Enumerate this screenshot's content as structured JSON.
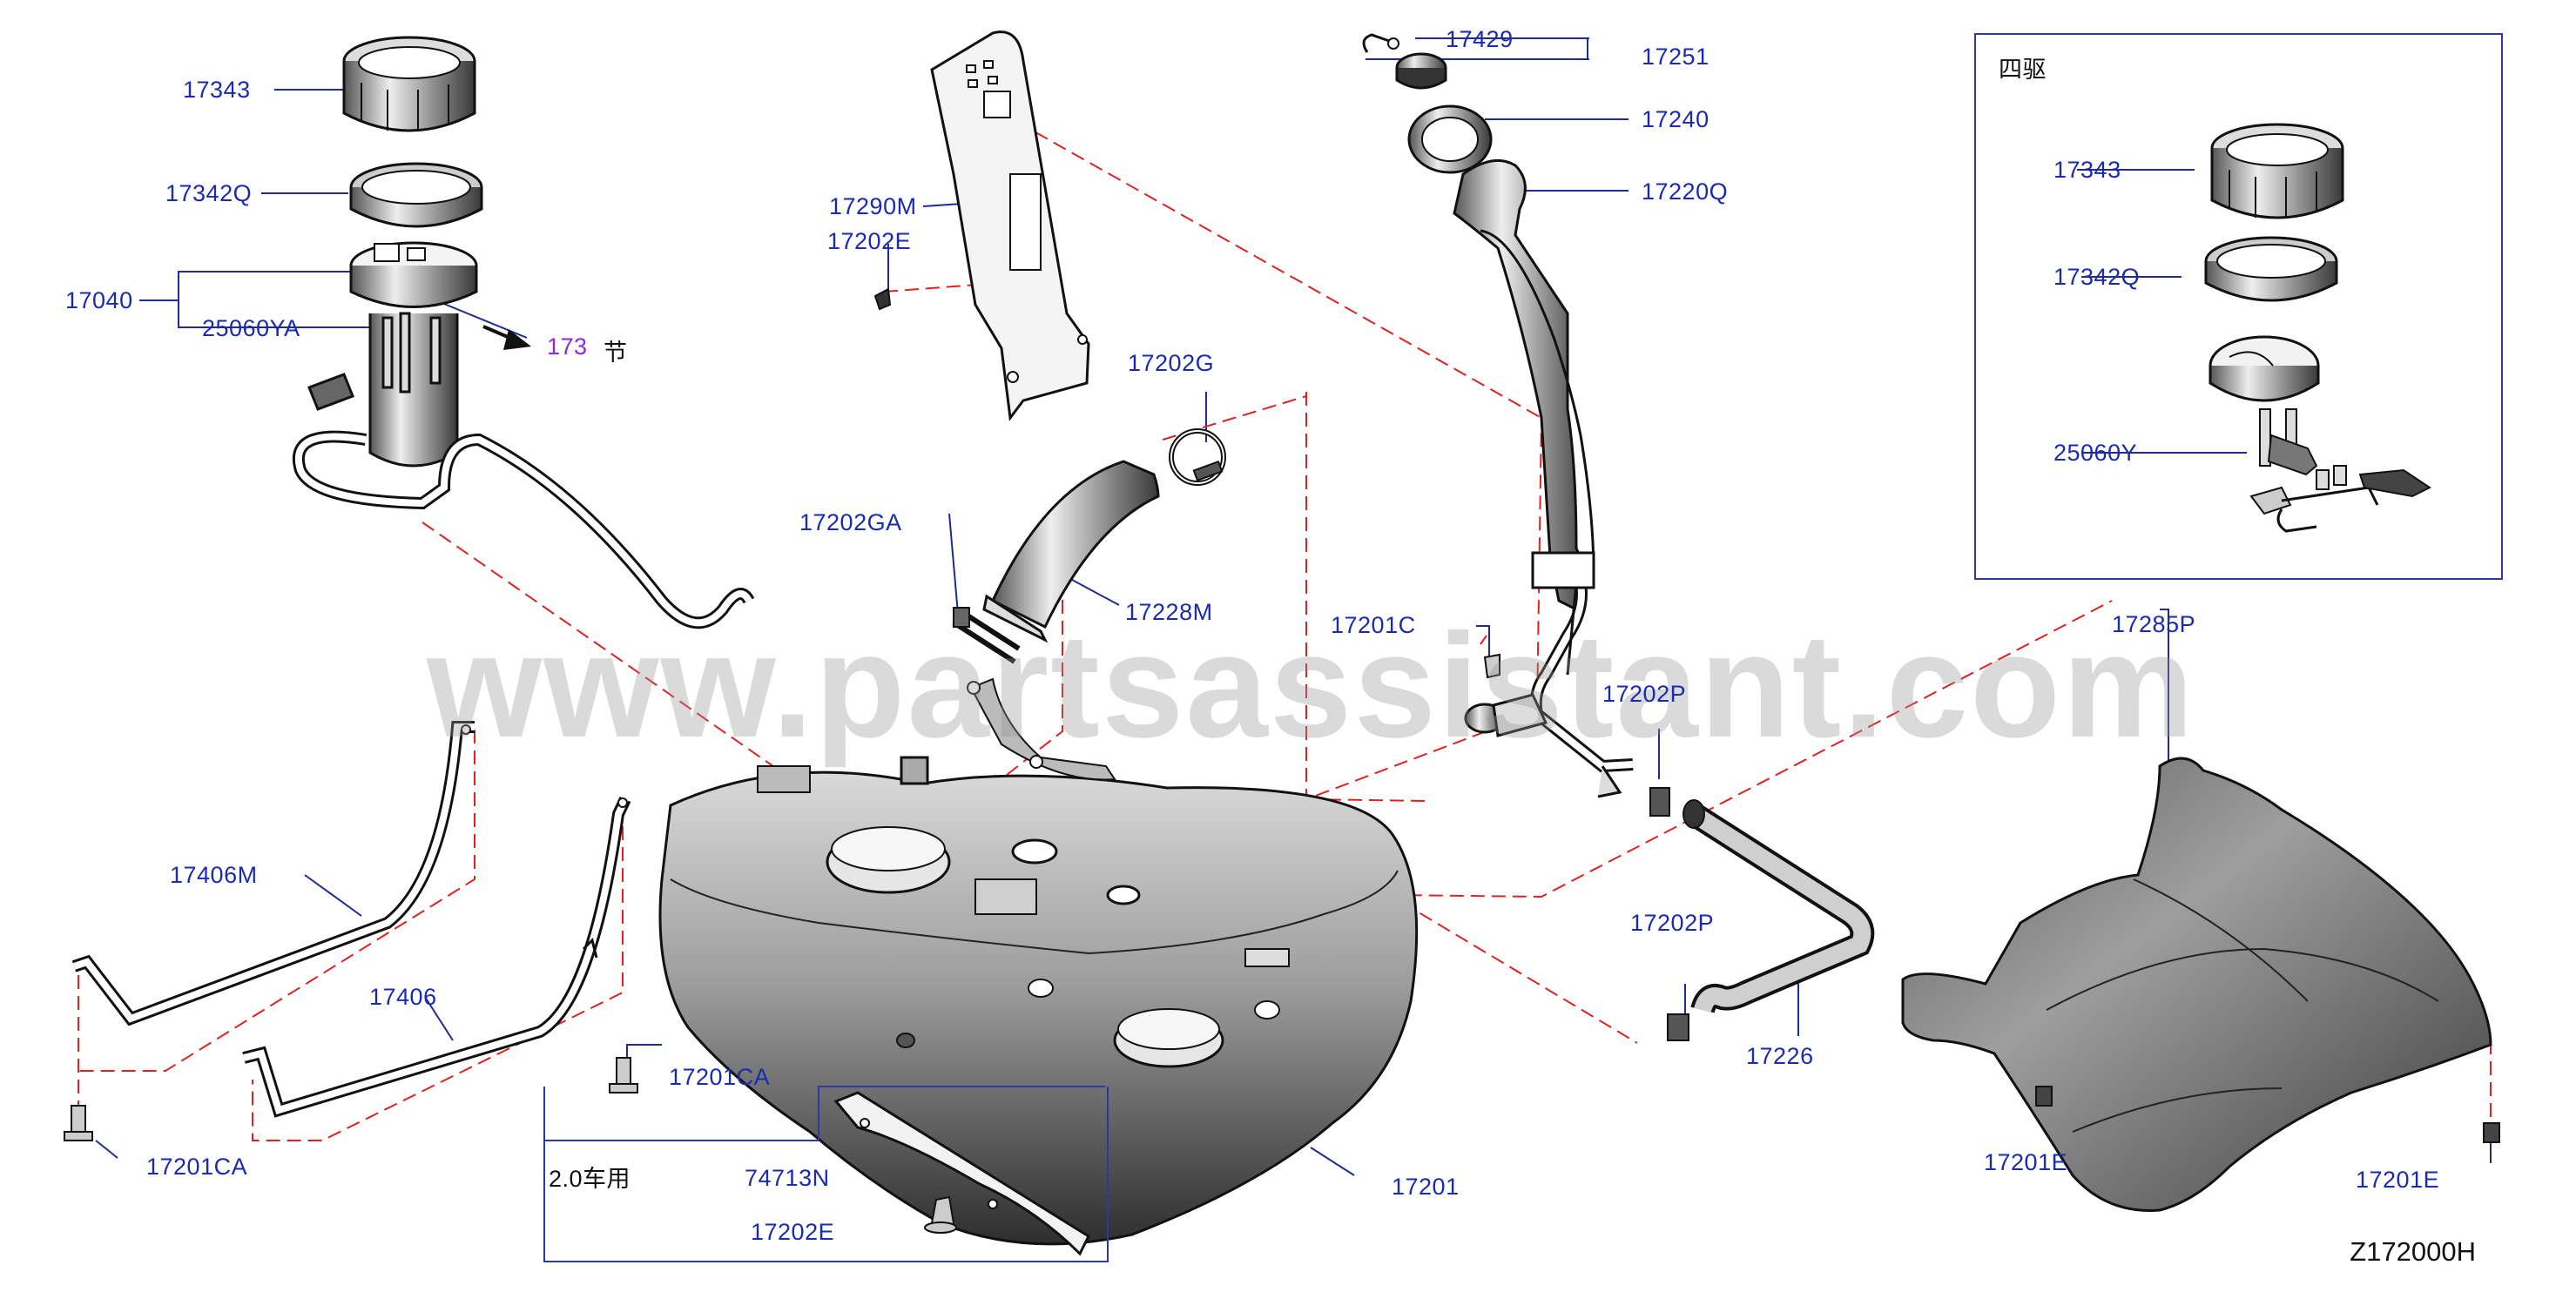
{
  "watermark": "www.partsassistant.com",
  "diagram_code": "Z172000H",
  "inset_4wd": {
    "title": "四驱"
  },
  "inset_20": {
    "title": "2.0车用"
  },
  "section_ref": {
    "number": "173",
    "suffix": "节"
  },
  "labels": {
    "l17343": "17343",
    "l17342Q": "17342Q",
    "l17040": "17040",
    "l25060YA": "25060YA",
    "l17290M": "17290M",
    "l17202E_a": "17202E",
    "l17202G": "17202G",
    "l17202GA": "17202GA",
    "l17228M": "17228M",
    "l17429": "17429",
    "l17251": "17251",
    "l17240": "17240",
    "l17220Q": "17220Q",
    "l17201C": "17201C",
    "l17202P_a": "17202P",
    "l17202P_b": "17202P",
    "l17226": "17226",
    "l17406M": "17406M",
    "l17406": "17406",
    "l17201CA_a": "17201CA",
    "l17201CA_b": "17201CA",
    "l74713N": "74713N",
    "l17202E_b": "17202E",
    "l17201": "17201",
    "l17285P": "17285P",
    "l17201E_a": "17201E",
    "l17201E_b": "17201E",
    "i17343": "17343",
    "i17342Q": "17342Q",
    "i25060Y": "25060Y"
  }
}
